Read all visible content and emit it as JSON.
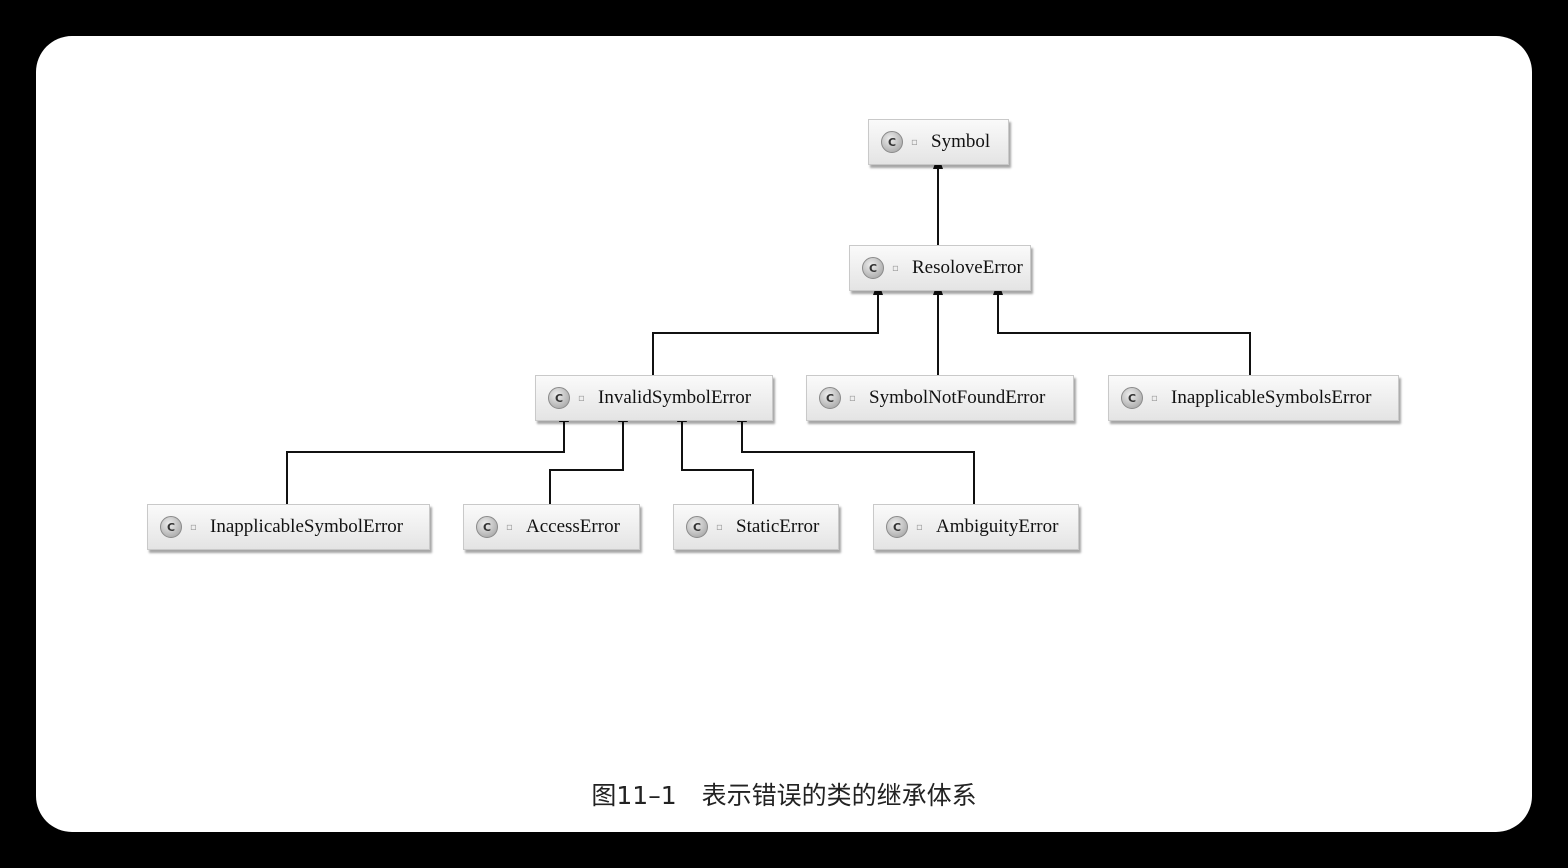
{
  "caption": "图11–1　表示错误的类的继承体系",
  "class_icon_glyph": "C",
  "visibility_icon_glyph": "▫",
  "nodes": {
    "symbol": "Symbol",
    "resolve_error": "ResoloveError",
    "invalid_symbol_error": "InvalidSymbolError",
    "symbol_not_found_error": "SymbolNotFoundError",
    "inapplicable_symbols_error": "InapplicableSymbolsError",
    "inapplicable_symbol_error": "InapplicableSymbolError",
    "access_error": "AccessError",
    "static_error": "StaticError",
    "ambiguity_error": "AmbiguityError"
  },
  "edges": [
    {
      "child": "resolve_error",
      "parent": "symbol"
    },
    {
      "child": "invalid_symbol_error",
      "parent": "resolve_error"
    },
    {
      "child": "symbol_not_found_error",
      "parent": "resolve_error"
    },
    {
      "child": "inapplicable_symbols_error",
      "parent": "resolve_error"
    },
    {
      "child": "inapplicable_symbol_error",
      "parent": "invalid_symbol_error"
    },
    {
      "child": "access_error",
      "parent": "invalid_symbol_error"
    },
    {
      "child": "static_error",
      "parent": "invalid_symbol_error"
    },
    {
      "child": "ambiguity_error",
      "parent": "invalid_symbol_error"
    }
  ]
}
